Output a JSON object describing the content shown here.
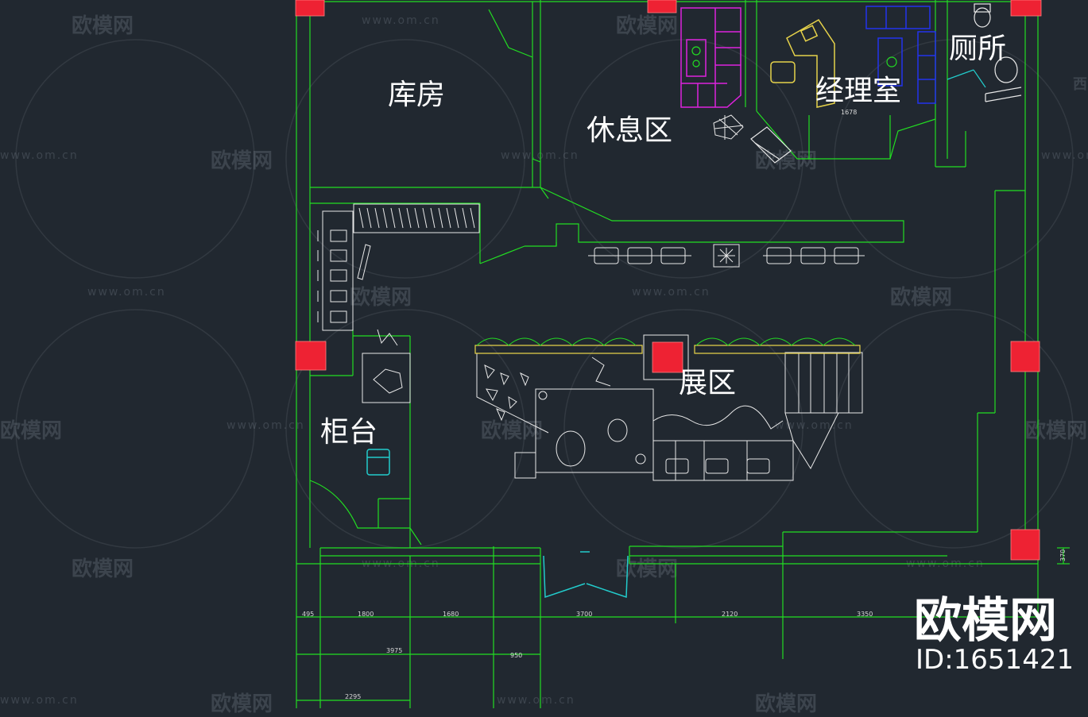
{
  "rooms": {
    "storage": "库房",
    "lounge": "休息区",
    "manager_office": "经理室",
    "restroom": "厕所",
    "counter": "柜台",
    "exhibition": "展区"
  },
  "dimensions": {
    "office_width": "1678",
    "seg_495": "495",
    "seg_1800": "1800",
    "seg_1680": "1680",
    "seg_3700": "3700",
    "seg_2120": "2120",
    "seg_3350": "3350",
    "total_3975": "3975",
    "seg_950": "950",
    "total_2295": "2295",
    "side_370": "370"
  },
  "watermark": {
    "logo": "欧模网",
    "url": "www.om.cn",
    "edge_char": "西"
  },
  "brand": {
    "name": "欧模网",
    "id": "ID:1651421"
  },
  "colors": {
    "background": "#212830",
    "wall": "#22dd22",
    "column": "#ee2233",
    "furniture": "#e8e8e8",
    "sofa": "#dd22dd",
    "office_furniture": "#e6d24a",
    "blue_furniture": "#2233ee",
    "cyan": "#22cccc"
  }
}
